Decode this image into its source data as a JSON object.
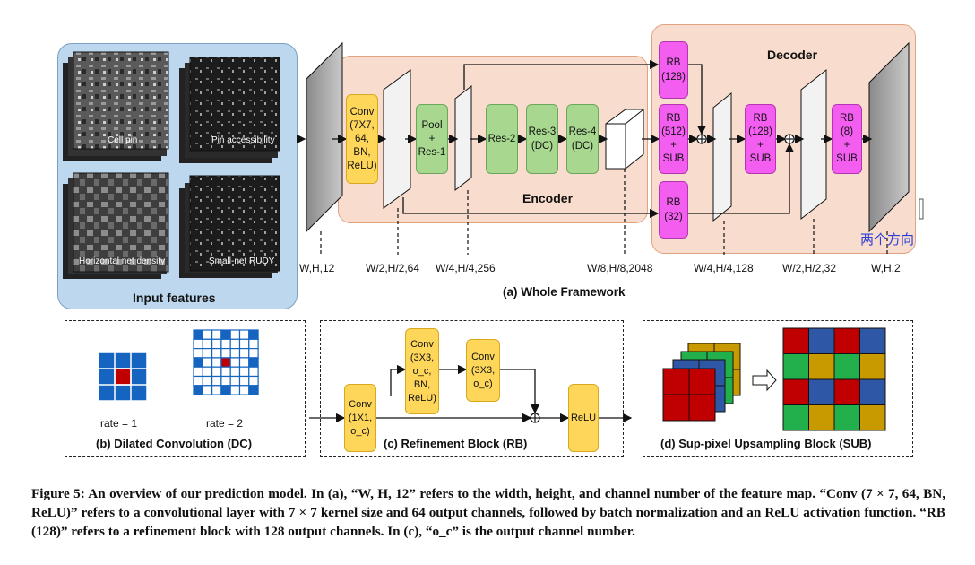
{
  "panel_a": {
    "input_features_title": "Input features",
    "inputs": [
      "Cell pin",
      "Pin accessibility",
      "Horizontal net density",
      "Small-net RUDY"
    ],
    "encoder_title": "Encoder",
    "decoder_title": "Decoder",
    "caption": "(a) Whole Framework",
    "blocks": {
      "conv1": "Conv\n(7X7,\n64,\nBN,\nReLU)",
      "pool": "Pool\n+\nRes-1",
      "res2": "Res-2",
      "res3": "Res-3\n(DC)",
      "res4": "Res-4\n(DC)",
      "rb128_top": "RB\n(128)",
      "rb512": "RB\n(512)\n+\nSUB",
      "rb32": "RB\n(32)",
      "rb128_sub": "RB\n(128)\n+\nSUB",
      "rb8": "RB\n(8)\n+\nSUB"
    },
    "dims": [
      "W,H,12",
      "W/2,H/2,64",
      "W/4,H/4,256",
      "W/8,H/8,2048",
      "W/4,H/4,128",
      "W/2,H/2,32",
      "W,H,2"
    ],
    "overlay_text": "两个方向"
  },
  "panel_b": {
    "caption": "(b) Dilated Convolution (DC)",
    "rate1": "rate = 1",
    "rate2": "rate = 2"
  },
  "panel_c": {
    "caption": "(c) Refinement Block (RB)",
    "conv_1x1": "Conv\n(1X1,\no_c)",
    "conv_3x3_bn": "Conv\n(3X3,\no_c,\nBN,\nReLU)",
    "conv_3x3": "Conv\n(3X3,\no_c)",
    "relu": "ReLU"
  },
  "panel_d": {
    "caption": "(d) Sup-pixel Upsampling Block (SUB)"
  },
  "figure_caption": "Figure 5: An overview of our prediction model. In (a), “W, H, 12” refers to the width, height, and channel number of the feature map. “Conv (7 × 7, 64, BN, ReLU)” refers to a convolutional layer with 7 × 7 kernel size and 64 output channels, followed by batch normalization and an ReLU activation function. “RB (128)” refers to a refinement block with 128 output channels. In (c), “o_c” is the output channel number.",
  "colors": {
    "input_panel": "#bcd7ee",
    "encoder_decoder_bg": "#f8dccd",
    "conv_yellow": "#fdd65a",
    "res_green": "#a8d88f",
    "rb_magenta": "#f35ef0",
    "grid_blue": "#1565c0",
    "grid_red": "#c00000",
    "sub_red": "#c00000",
    "sub_blue": "#2e58a6",
    "sub_green": "#21b04b",
    "sub_gold": "#c99a00",
    "overlay_blue": "#2f3fd6"
  }
}
